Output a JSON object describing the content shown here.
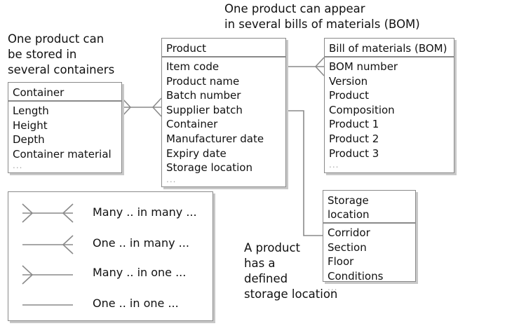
{
  "notes": {
    "top_lines": [
      "One product can appear",
      "in several bills of materials (BOM)"
    ],
    "left_lines": [
      "One product can",
      "be stored in",
      "several containers"
    ],
    "bottom_lines": [
      "A product",
      "has a",
      "defined",
      "storage location"
    ]
  },
  "entities": {
    "container": {
      "title": "Container",
      "fields": [
        "Length",
        "Height",
        "Depth",
        "Container material",
        "..."
      ]
    },
    "product": {
      "title": "Product",
      "fields": [
        "Item code",
        "Product name",
        "Batch number",
        "Supplier batch",
        "Container",
        "Manufacturer date",
        "Expiry date",
        "Storage location",
        "..."
      ]
    },
    "bom": {
      "title": "Bill of materials (BOM)",
      "fields": [
        "BOM number",
        "Version",
        "Product",
        "Composition",
        "Product 1",
        "Product 2",
        "Product 3",
        "..."
      ]
    },
    "storage": {
      "title": "Storage location",
      "fields": [
        "Corridor",
        "Section",
        "Floor",
        "Conditions",
        "..."
      ]
    }
  },
  "legend": {
    "items": [
      {
        "label": "Many .. in many ...",
        "symbol": "many-to-many"
      },
      {
        "label": "One .. in many ...",
        "symbol": "one-to-many"
      },
      {
        "label": "Many .. in one ...",
        "symbol": "many-to-one"
      },
      {
        "label": "One .. in one ...",
        "symbol": "one-to-one"
      }
    ]
  },
  "colors": {
    "line": "#8a8a8a",
    "shadow": "#c8c8c8",
    "text": "#111111"
  }
}
